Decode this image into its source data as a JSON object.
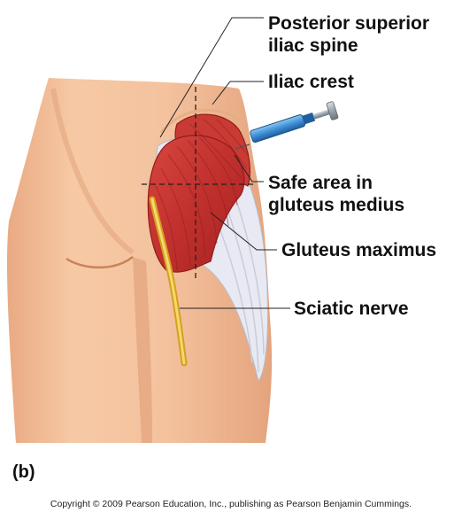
{
  "labels": {
    "psis_line1": "Posterior superior",
    "psis_line2": "iliac spine",
    "iliac_crest": "Iliac crest",
    "safe_area_line1": "Safe area in",
    "safe_area_line2": "gluteus medius",
    "gluteus_maximus": "Gluteus maximus",
    "sciatic_nerve": "Sciatic nerve"
  },
  "panel_letter": "(b)",
  "copyright": "Copyright © 2009 Pearson Education, Inc., publishing as Pearson Benjamin Cummings.",
  "colors": {
    "skin": "#f3c09b",
    "skin_shadow": "#e2a37c",
    "muscle": "#c9322f",
    "muscle_dark": "#9c1d1d",
    "fascia": "#e8e9f2",
    "nerve": "#e6bb3a",
    "syringe_barrel": "#3f8fd6",
    "syringe_plunger": "#9aa4ad"
  }
}
